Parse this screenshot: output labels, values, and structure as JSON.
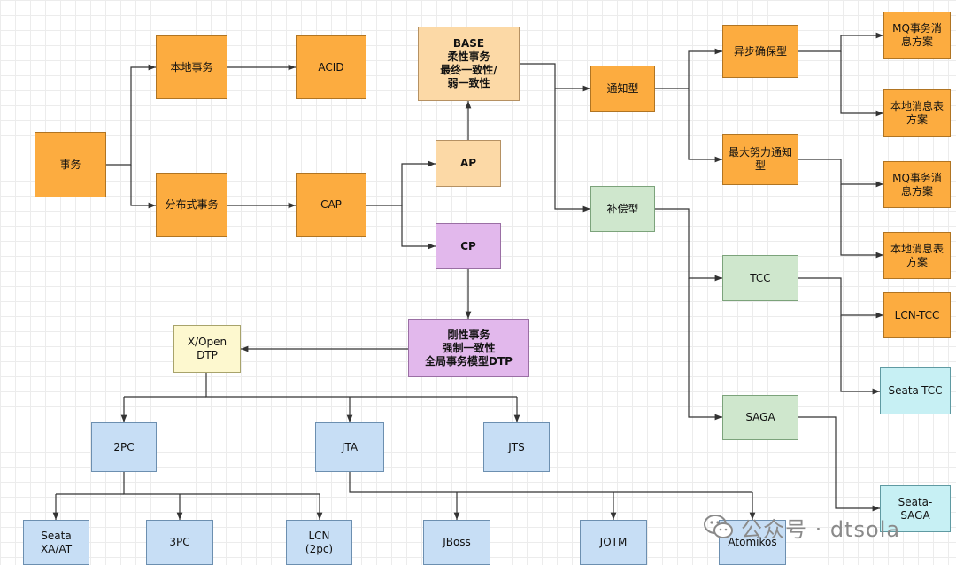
{
  "nodes": {
    "shiwu": "事务",
    "bendi_shiwu": "本地事务",
    "acid": "ACID",
    "fenbushi_shiwu": "分布式事务",
    "cap": "CAP",
    "base": "BASE\n柔性事务\n最终一致性/\n弱一致性",
    "ap": "AP",
    "cp": "CP",
    "gangxing": "刚性事务\n强制一致性\n全局事务模型DTP",
    "xopen": "X/Open\nDTP",
    "tongzhi": "通知型",
    "buchang": "补偿型",
    "yibu": "异步确保型",
    "zuida": "最大努力通知\n型",
    "mq1": "MQ事务消\n息方案",
    "bdxx1": "本地消息表\n方案",
    "mq2": "MQ事务消\n息方案",
    "bdxx2": "本地消息表\n方案",
    "tcc": "TCC",
    "lcn_tcc": "LCN-TCC",
    "seata_tcc": "Seata-TCC",
    "saga": "SAGA",
    "seata_saga": "Seata-\nSAGA",
    "twopc": "2PC",
    "jta": "JTA",
    "jts": "JTS",
    "seata_xa": "Seata\nXA/AT",
    "threepc": "3PC",
    "lcn2pc": "LCN\n(2pc)",
    "jboss": "JBoss",
    "jotm": "JOTM",
    "atomikos": "Atomikos"
  },
  "watermark": {
    "text": "公众号 · dtsola",
    "icon": "wechat-icon"
  },
  "colors": {
    "orange": "#fcac40",
    "peach": "#fcd9a6",
    "purple": "#e2b8ec",
    "green": "#cfe7cd",
    "blue": "#c7def5",
    "cyan": "#c7f0f4",
    "yellow": "#fdf8cf",
    "line": "#333333"
  }
}
